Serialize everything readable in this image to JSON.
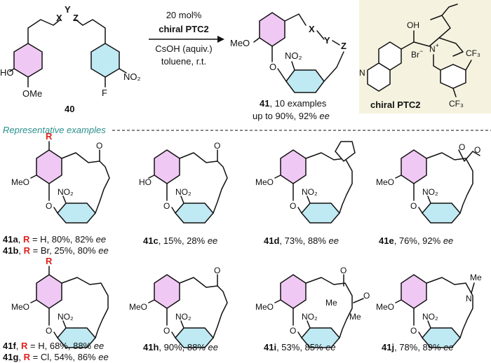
{
  "reaction": {
    "catalyst_loading": "20 mol%",
    "catalyst_name": "chiral PTC2",
    "base": "CsOH (aquiv.)",
    "solvent_temp": "toluene, r.t."
  },
  "starting_material": {
    "label": "40",
    "x": "X",
    "y": "Y",
    "z": "Z",
    "ho": "HO",
    "ome": "OMe",
    "f": "F",
    "no2": "NO₂"
  },
  "product": {
    "label": "41",
    "summary_line1": ", 10 examples",
    "summary_line2": "up to 90%, 92% ",
    "ee": "ee",
    "meo": "MeO",
    "o": "O",
    "x": "X",
    "y": "Y",
    "z": "Z",
    "no2": "NO₂"
  },
  "catalyst_box": {
    "label": "chiral PTC2",
    "oh": "OH",
    "n_plus": "N",
    "plus": "+",
    "br": "Br",
    "minus": "−",
    "n": "N",
    "cf3_top": "CF₃",
    "cf3_bottom": "CF₃",
    "background": "#f5f3df"
  },
  "section_title": "Representative examples",
  "examples_row1": [
    {
      "id": "41a",
      "r": "R",
      "rest": " = H, 80%, 82% ",
      "ee": "ee"
    },
    {
      "id": "41b",
      "r": "R",
      "rest": " = Br, 25%, 80% ",
      "ee": "ee"
    },
    {
      "id": "41c",
      "rest": ", 15%, 28% ",
      "ee": "ee"
    },
    {
      "id": "41d",
      "rest": ", 73%, 88% ",
      "ee": "ee"
    },
    {
      "id": "41e",
      "rest": ", 76%, 92% ",
      "ee": "ee"
    }
  ],
  "examples_row2": [
    {
      "id": "41f",
      "r": "R",
      "rest": " = H, 68%, 88% ",
      "ee": "ee"
    },
    {
      "id": "41g",
      "r": "R",
      "rest": " = Cl, 54%, 86% ",
      "ee": "ee"
    },
    {
      "id": "41h",
      "rest": ", 90%, 88% ",
      "ee": "ee"
    },
    {
      "id": "41i",
      "rest": ", 53%, 85% ",
      "ee": "ee"
    },
    {
      "id": "41j",
      "rest": ", 78%, 89% ",
      "ee": "ee"
    }
  ],
  "struct_labels": {
    "meo": "MeO",
    "ho": "HO",
    "o": "O",
    "no2": "NO₂",
    "r": "R",
    "me": "Me",
    "n": "N",
    "keto": "O"
  },
  "colors": {
    "teal_title": "#2a8f8a",
    "red_r": "#e0201b",
    "pink_ring": "#f0c8f4",
    "blue_ring": "#bfe9f3"
  }
}
